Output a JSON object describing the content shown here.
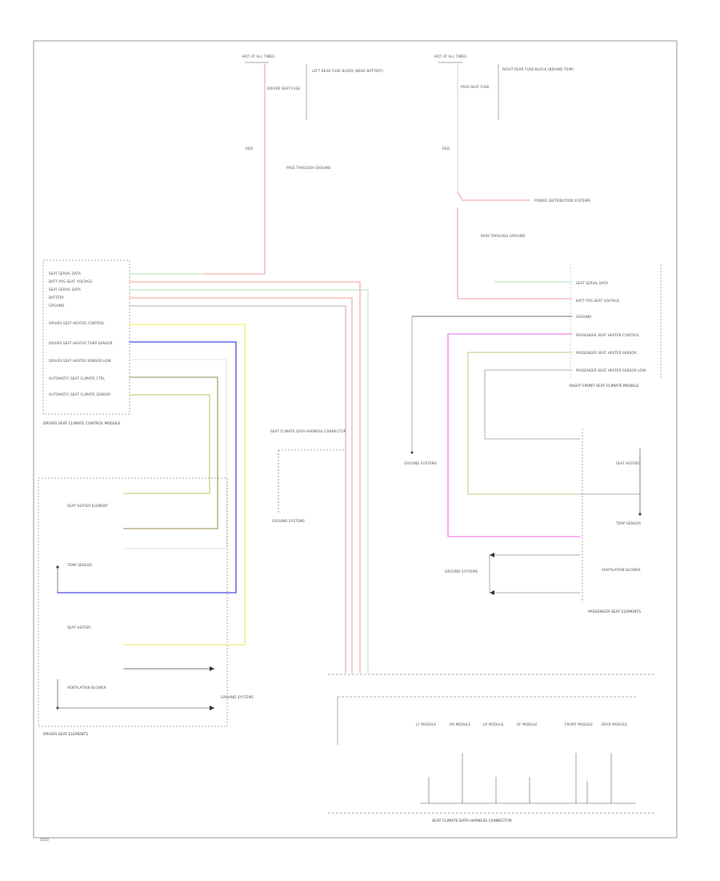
{
  "top_left": {
    "fuse_box": "HOT AT ALL TIMES",
    "fuse_label": "DRIVER SEAT FUSE",
    "fuse_note": "LEFT REAR FUSE BLOCK (NEAR BATTERY)",
    "wire": "RED",
    "ground_note": "PASS THROUGH GROUND"
  },
  "top_right": {
    "fuse_box": "HOT AT ALL TIMES",
    "fuse_label": "PASS SEAT FUSE",
    "fuse_note": "RIGHT REAR FUSE BLOCK (BEHIND TRIM)",
    "wire": "RED",
    "splice_note": "POWER DISTRIBUTION SYSTEMS",
    "ground_note": "PASS THROUGH GROUND"
  },
  "driver_module": {
    "pins": [
      "SEAT SERIAL DATA",
      "BATT POS SEAT VOLTAGE",
      "SEAT SERIAL DATA",
      "BATTERY",
      "GROUND",
      "DRIVER SEAT HEATER CONTROL",
      "DRIVER SEAT HEATER TEMP SENSOR",
      "DRIVER SEAT HEATER SENSOR LOW",
      "AUTOMATIC SEAT CLIMATE CTRL",
      "AUTOMATIC SEAT CLIMATE SENSOR"
    ],
    "title": "DRIVER SEAT CLIMATE CONTROL MODULE"
  },
  "driver_seat": {
    "elements": [
      "SEAT HEATER ELEMENT",
      "TEMP SENSOR",
      "SEAT HEATER",
      "VENTILATION BLOWER"
    ],
    "title": "DRIVER SEAT ELEMENTS",
    "ground": "GROUND SYSTEMS"
  },
  "passenger_module": {
    "pins": [
      "SEAT SERIAL DATA",
      "BATT POS SEAT VOLTAGE",
      "GROUND",
      "PASSENGER SEAT HEATER CONTROL",
      "PASSENGER SEAT HEATER SENSOR",
      "PASSENGER SEAT HEATER SENSOR LOW"
    ],
    "title": "RIGHT FRONT SEAT CLIMATE MODULE"
  },
  "passenger_seat": {
    "elements": [
      "SEAT HEATER",
      "TEMP SENSOR",
      "VENTILATION BLOWER"
    ],
    "title": "PASSENGER SEAT ELEMENTS",
    "ground": "GROUND SYSTEMS"
  },
  "center": {
    "connector": "SEAT CLIMATE DATA HARNESS CONNECTOR",
    "ground1": "GROUND SYSTEMS",
    "ground2": "GROUND SYSTEMS"
  },
  "bottom": {
    "modules": [
      "LF MODULE",
      "RR MODULE",
      "LR MODULE",
      "RF MODULE",
      "FRONT MODULE",
      "REAR MODULE"
    ],
    "label": "SEAT CLIMATE DATA HARNESS CONNECTOR"
  },
  "footer": "2010"
}
